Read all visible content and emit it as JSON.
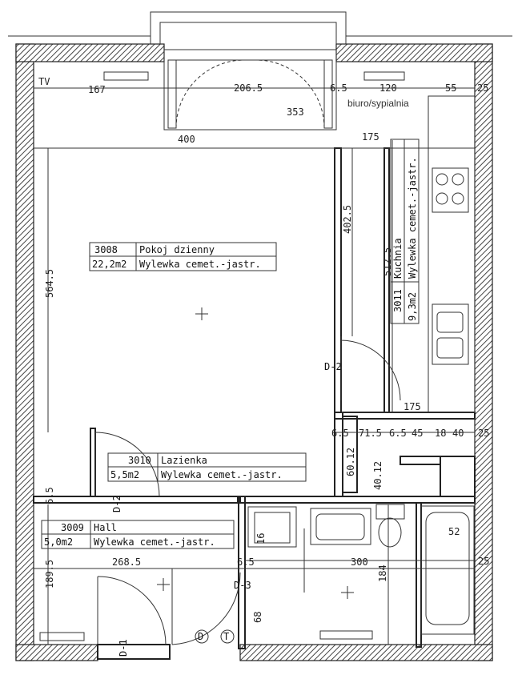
{
  "watermark": "biuro/sypialnia",
  "rooms": [
    {
      "code": "3008",
      "name": "Pokoj dzienny",
      "area": "22,2m2",
      "floor": "Wylewka cemet.-jastr."
    },
    {
      "code": "3010",
      "name": "Lazienka",
      "area": "5,5m2",
      "floor": "Wylewka cemet.-jastr."
    },
    {
      "code": "3009",
      "name": "Hall",
      "area": "5,0m2",
      "floor": "Wylewka cemet.-jastr."
    },
    {
      "code": "3011",
      "name": "Kuchnia",
      "area": "9,3m2",
      "floor": "Wylewka cemet.-jastr."
    }
  ],
  "doors": [
    "D-2",
    "D-2",
    "D-3",
    "D-1"
  ],
  "fixtures": {
    "outlet_d": "D",
    "outlet_t": "T"
  },
  "dimensions": {
    "top_167": "167",
    "top_2065": "206.5",
    "top_65": "6.5",
    "top_120": "120",
    "top_55": "55",
    "top_25": "25",
    "top_353": "353",
    "top_400": "400",
    "top_175": "175",
    "living_5645": "564.5",
    "corr_4025": "402.5",
    "kitchen_5125": "512.5",
    "mid_175": "175",
    "row_65": "6.5",
    "row_715": "71.5",
    "row_65b": "6.5",
    "row_45": "45",
    "row_18": "18",
    "row_40": "40",
    "row_25": "25",
    "v_4012": "40.12",
    "v_6012": "60.12",
    "hall_2685": "268.5",
    "bath_300": "300",
    "hall_1895": "189.5",
    "bath_184": "184",
    "bath_52": "52",
    "bath_25": "25",
    "bath_68": "68",
    "bath_16": "16",
    "bath_65": "6.5",
    "left_65": "6.5",
    "tv": "TV"
  }
}
